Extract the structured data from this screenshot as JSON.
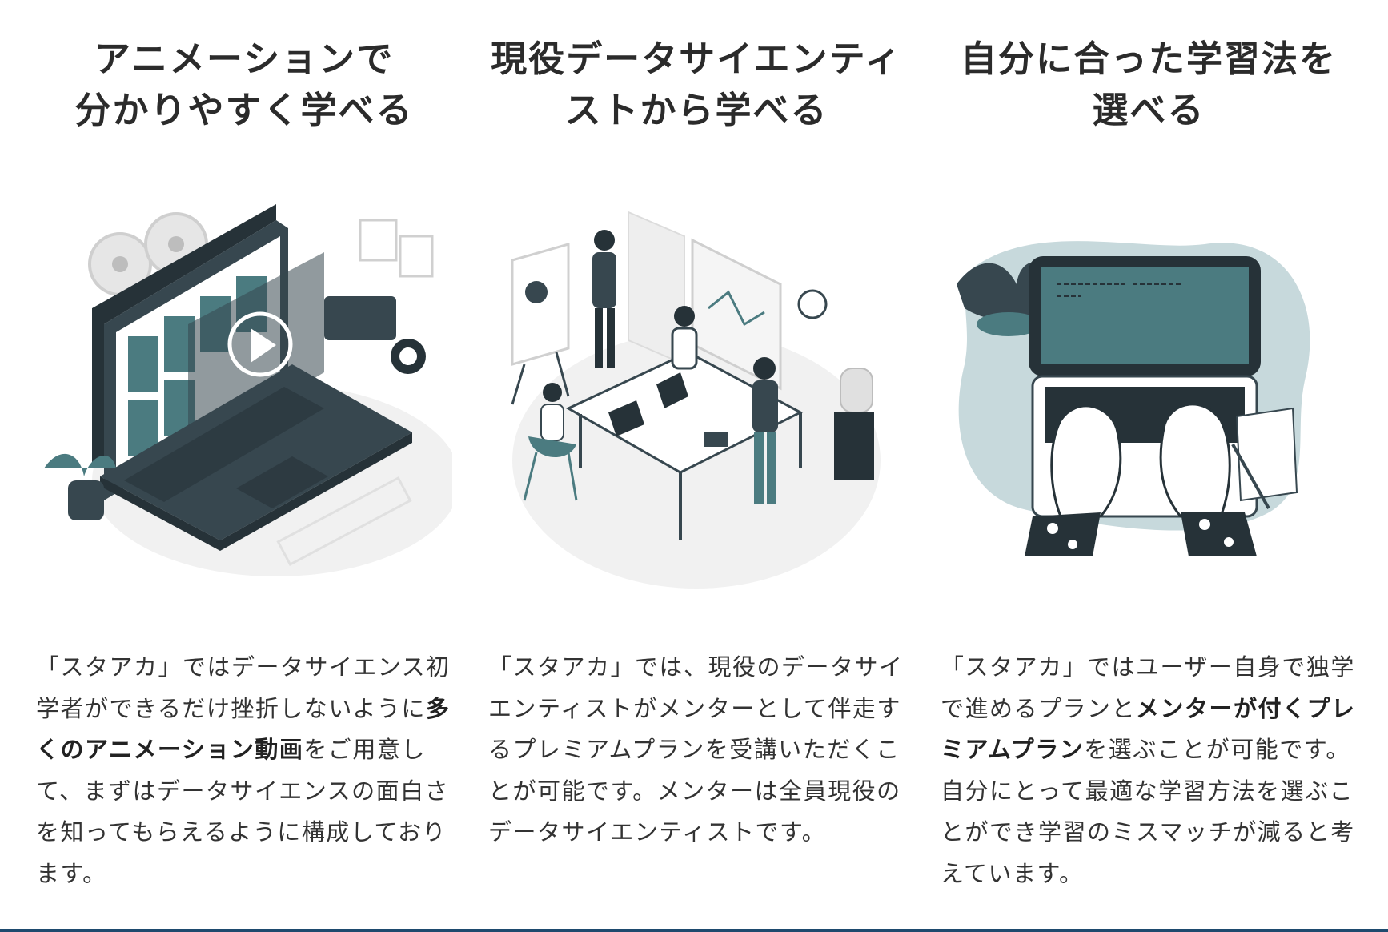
{
  "features": [
    {
      "title_lines": [
        "アニメーションで",
        "分かりやすく学べる"
      ],
      "illustration_icon": "laptop-video-animation-icon",
      "description": [
        {
          "text": "「スタアカ」ではデータサイエンス初学者ができるだけ挫折しないように",
          "bold": false
        },
        {
          "text": "多くのアニメーション動画",
          "bold": true
        },
        {
          "text": "をご用意して、まずはデータサイエンスの面白さを知ってもらえるように構成しております。",
          "bold": false
        }
      ]
    },
    {
      "title_lines": [
        "現役データサイエンティ",
        "ストから学べる"
      ],
      "illustration_icon": "team-meeting-icon",
      "description": [
        {
          "text": "「スタアカ」では、現役のデータサイエンティストがメンターとして伴走するプレミアムプランを受講いただくことが可能です。メンターは全員現役のデータサイエンティストです。",
          "bold": false
        }
      ]
    },
    {
      "title_lines": [
        "自分に合った学習法を",
        "選べる"
      ],
      "illustration_icon": "typing-laptop-icon",
      "description": [
        {
          "text": "「スタアカ」ではユーザー自身で独学で進めるプランと",
          "bold": false
        },
        {
          "text": "メンターが付くプレミアムプラン",
          "bold": true
        },
        {
          "text": "を選ぶことが可能です。自分にとって最適な学習方法を選ぶことができ学習のミスマッチが減ると考えています。",
          "bold": false
        }
      ]
    }
  ],
  "colors": {
    "accent": "#4b7b80",
    "dark": "#37474f",
    "light": "#c7d9dc",
    "footer_bar": "#1e4a6e"
  }
}
